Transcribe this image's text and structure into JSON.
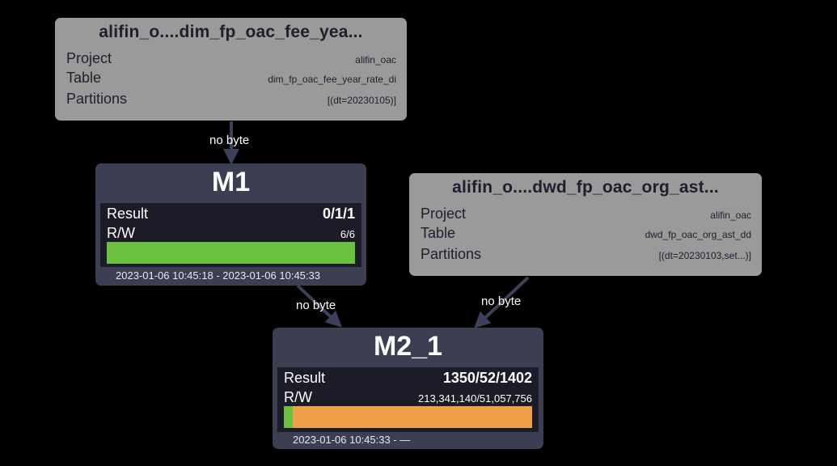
{
  "edge_label": "no byte",
  "colors": {
    "background": "#000000",
    "table_node": "#9a9a9a",
    "task_node": "#3c3f52",
    "panel": "#1b1c27",
    "edge": "#3c4058",
    "success_bar": "#6cc141",
    "running_bar": "#f0a04a"
  },
  "tables": [
    {
      "title": "alifin_o....dim_fp_oac_fee_yea...",
      "project_label": "Project",
      "project": "alifin_oac",
      "table_label": "Table",
      "table": "dim_fp_oac_fee_year_rate_di",
      "partitions_label": "Partitions",
      "partitions": "[(dt=20230105)]"
    },
    {
      "title": "alifin_o....dwd_fp_oac_org_ast...",
      "project_label": "Project",
      "project": "alifin_oac",
      "table_label": "Table",
      "table": "dwd_fp_oac_org_ast_dd",
      "partitions_label": "Partitions",
      "partitions": "[(dt=20230103,set...)]"
    }
  ],
  "tasks": [
    {
      "name": "M1",
      "result_label": "Result",
      "result": "0/1/1",
      "rw_label": "R/W",
      "rw": "6/6",
      "progress_success": 1.0,
      "progress_running": 0.0,
      "time": "2023-01-06 10:45:18 - 2023-01-06 10:45:33"
    },
    {
      "name": "M2_1",
      "result_label": "Result",
      "result": "1350/52/1402",
      "rw_label": "R/W",
      "rw": "213,341,140/51,057,756",
      "progress_success": 0.035,
      "progress_running": 0.965,
      "time": "2023-01-06 10:45:33 - —"
    }
  ]
}
